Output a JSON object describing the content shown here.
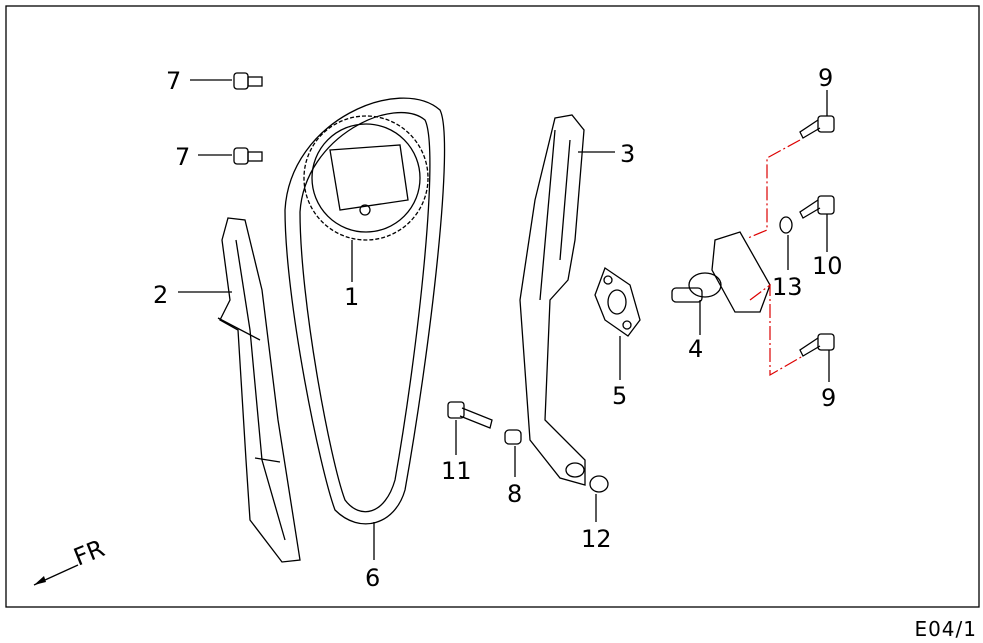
{
  "diagram": {
    "callouts": [
      "7",
      "7",
      "2",
      "1",
      "3",
      "5",
      "4",
      "9",
      "10",
      "13",
      "9",
      "11",
      "8",
      "12",
      "6"
    ],
    "direction_label": "FR",
    "page_code": "E04/1",
    "colors": {
      "line": "#000000",
      "leader_dashed": "#dd0000"
    }
  }
}
